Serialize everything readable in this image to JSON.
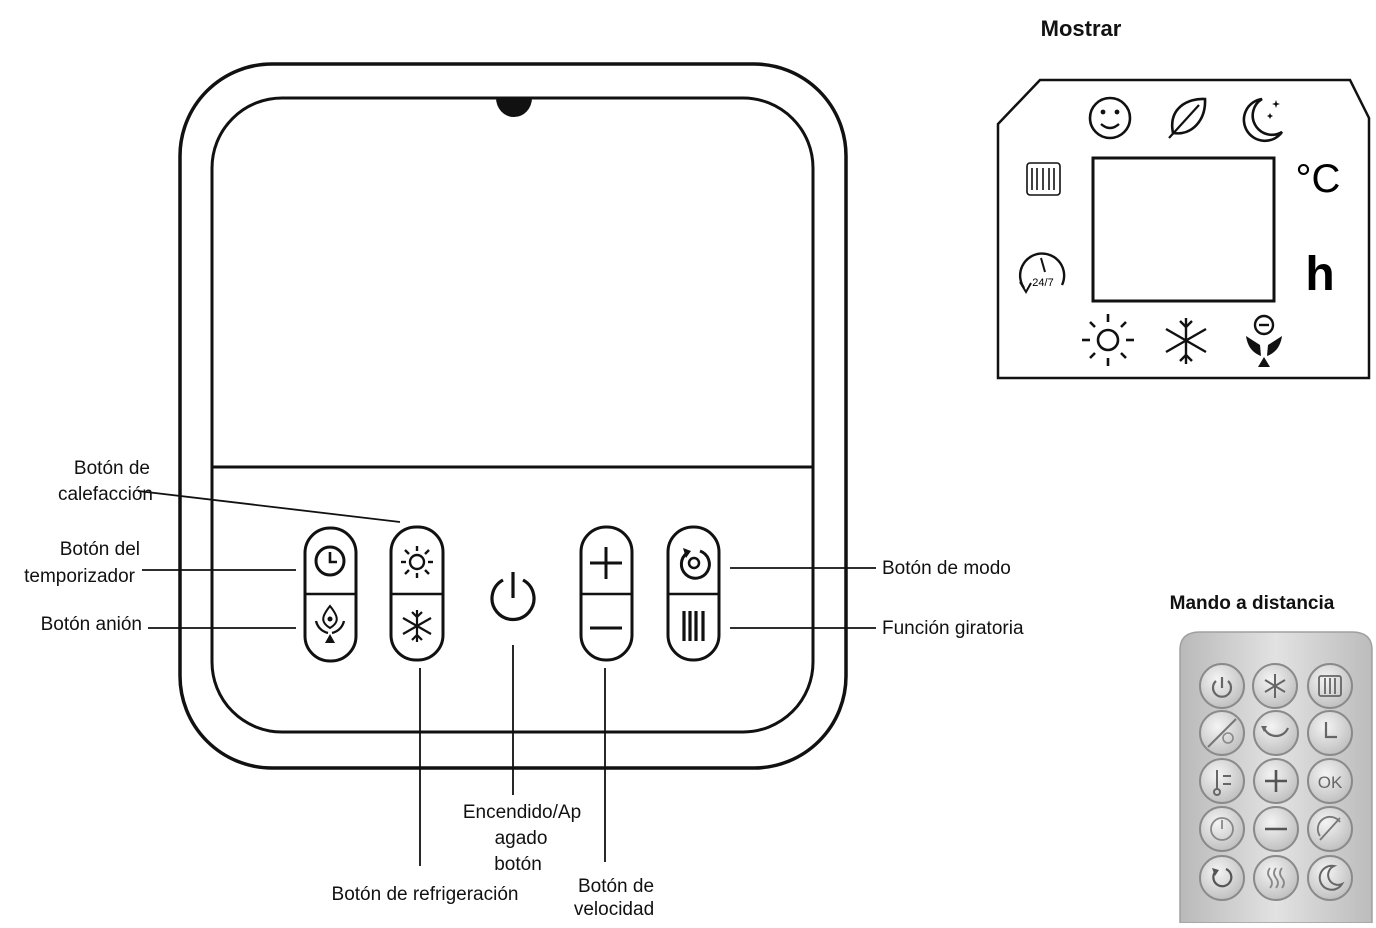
{
  "display": {
    "title": "Mostrar",
    "celsius": "°C",
    "hours": "h",
    "timer_24_7": "24/7"
  },
  "remote": {
    "title": "Mando a distancia",
    "ok": "OK"
  },
  "labels": {
    "heating_l1": "Botón de",
    "heating_l2": "calefacción",
    "timer_l1": "Botón del",
    "timer_l2": "temporizador",
    "anion": "Botón anión",
    "mode": "Botón de modo",
    "rotate": "Función giratoria",
    "power_l1": "Encendido/Ap",
    "power_l2": "agado",
    "power_l3": "botón",
    "cooling": "Botón de refrigeración",
    "speed_l1": "Botón de",
    "speed_l2": "velocidad"
  },
  "icons": {
    "smile": "smile-icon",
    "leaf": "leaf-icon",
    "moon": "moon-sleep-icon",
    "louver": "louver-icon",
    "timer": "timer-24-7-icon",
    "sun": "sun-icon",
    "snow": "snowflake-icon",
    "anion": "anion-icon"
  }
}
